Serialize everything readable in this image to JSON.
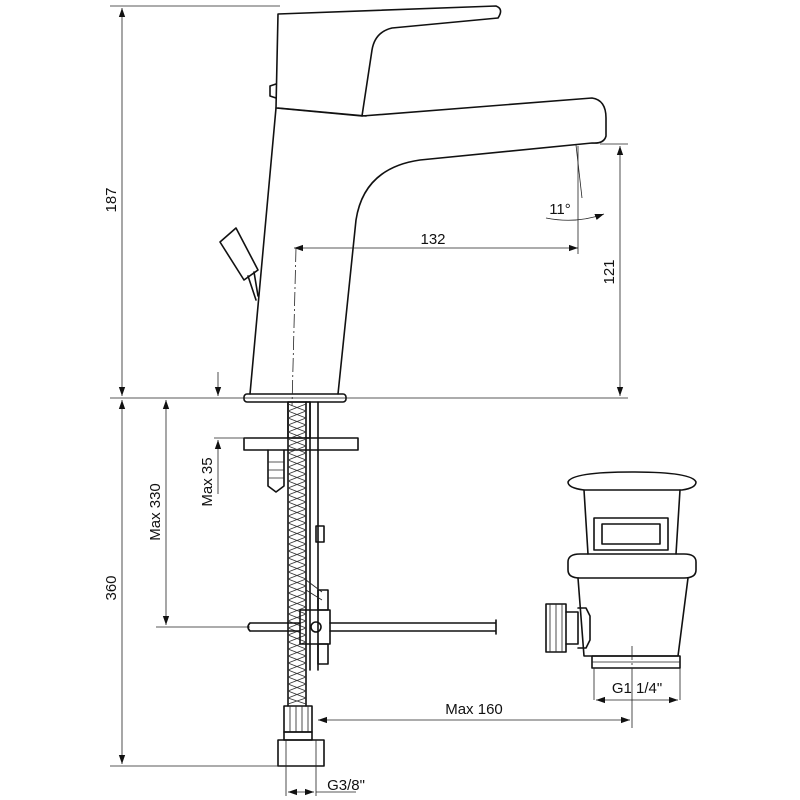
{
  "dimensions": {
    "d187": "187",
    "d132": "132",
    "d11deg": "11°",
    "d121": "121",
    "d360": "360",
    "dmax330": "Max 330",
    "dmax35": "Max 35",
    "dmax160": "Max 160",
    "dg114": "G1 1/4\"",
    "dg38": "G3/8\""
  }
}
